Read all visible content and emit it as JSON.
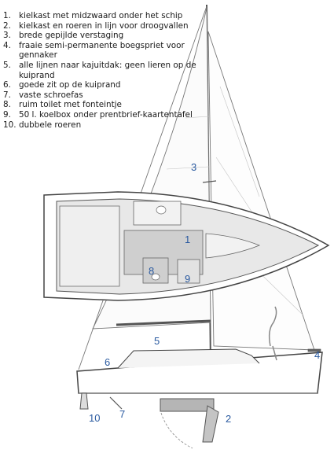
{
  "legend": [
    {
      "num": "1.",
      "text": "kielkast met midzwaard onder het schip"
    },
    {
      "num": "2.",
      "text": "kielkast en roeren in lijn voor droogvallen"
    },
    {
      "num": "3.",
      "text": "brede gepijlde verstaging"
    },
    {
      "num": "4.",
      "text": "fraaie semi-permanente boegspriet voor gennaker"
    },
    {
      "num": "5.",
      "text": "alle lijnen naar kajuitdak: geen lieren op de kuiprand"
    },
    {
      "num": "6.",
      "text": "goede zit op de kuiprand"
    },
    {
      "num": "7.",
      "text": "vaste schroefas"
    },
    {
      "num": "8.",
      "text": "ruim toilet met fonteintje"
    },
    {
      "num": "9.",
      "text": "50 l. koelbox onder prentbrief-kaartentafel"
    },
    {
      "num": "10.",
      "text": "dubbele roeren"
    }
  ],
  "callouts": {
    "c1": "1",
    "c2": "2",
    "c3": "3",
    "c4": "4",
    "c5": "5",
    "c6": "6",
    "c7": "7",
    "c8": "8",
    "c9": "9",
    "c10": "10"
  },
  "colors": {
    "callout": "#2a5aa0",
    "line": "#555555",
    "interior": "#cfcfcf"
  }
}
